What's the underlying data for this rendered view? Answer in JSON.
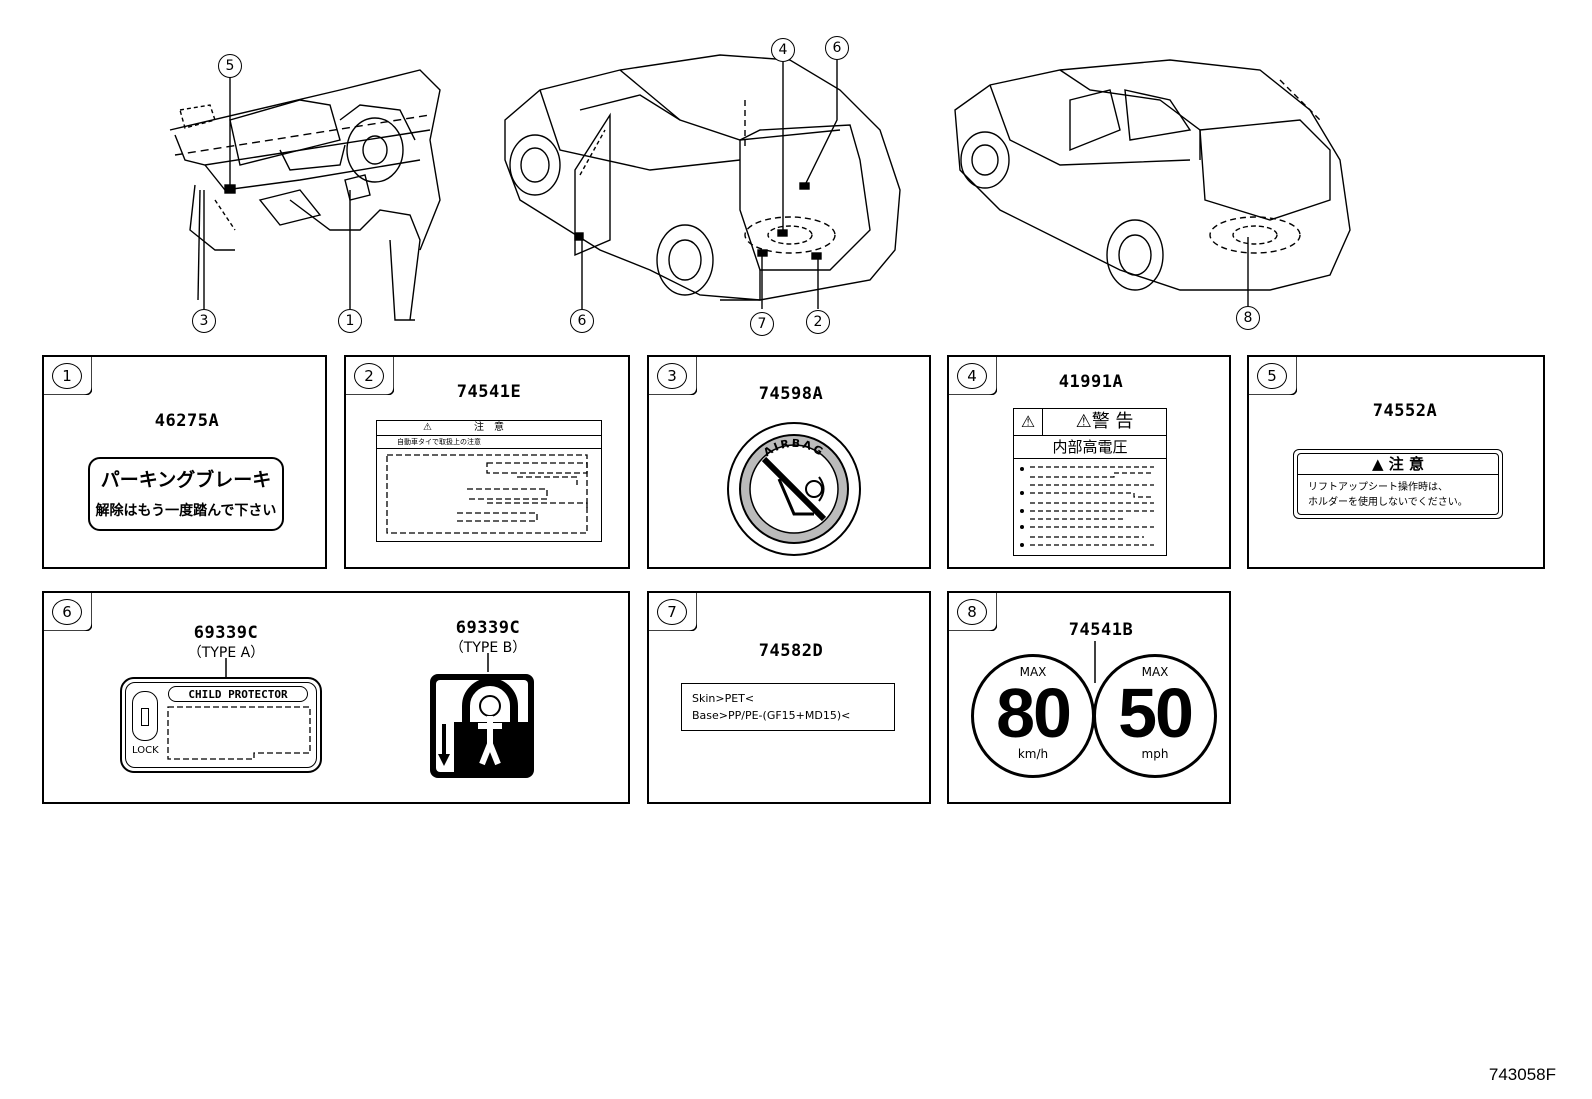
{
  "callouts": [
    "5",
    "4",
    "6",
    "3",
    "1",
    "6",
    "7",
    "2",
    "8"
  ],
  "panels": [
    {
      "num": "1",
      "code": "46275A",
      "line1": "パーキングブレーキ",
      "line2": "解除はもう一度踏んで下さい"
    },
    {
      "num": "2",
      "code": "74541E",
      "caution": "注　意",
      "small": "自動車タイで取扱上の注意"
    },
    {
      "num": "3",
      "code": "74598A",
      "ring": "AIRBAG"
    },
    {
      "num": "4",
      "code": "41991A",
      "warn": "警 告",
      "sub": "内部高電圧"
    },
    {
      "num": "5",
      "code": "74552A",
      "head": "注 意",
      "line1": "リフトアップシート操作時は、",
      "line2": "ホルダーを使用しないでください。"
    },
    {
      "num": "6",
      "typeA": {
        "code": "69339C",
        "type": "（TYPE A）",
        "label": "CHILD PROTECTOR",
        "lock": "LOCK"
      },
      "typeB": {
        "code": "69339C",
        "type": "（TYPE B）"
      }
    },
    {
      "num": "7",
      "code": "74582D",
      "line1": "Skin>PET<",
      "line2": "Base>PP/PE-(GF15+MD15)<"
    },
    {
      "num": "8",
      "code": "74541B",
      "left": {
        "max": "MAX",
        "value": "80",
        "unit": "km/h"
      },
      "right": {
        "max": "MAX",
        "value": "50",
        "unit": "mph"
      }
    }
  ],
  "ref": "743058F"
}
